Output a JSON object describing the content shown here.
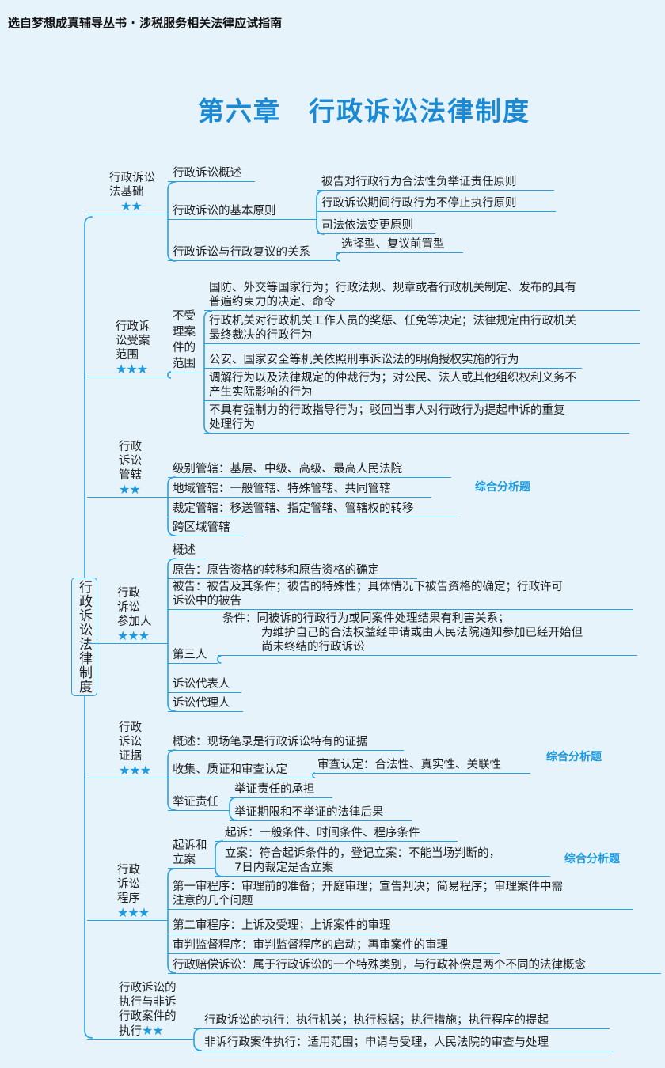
{
  "header": "选自梦想成真辅导丛书 · 涉税服务相关法律应试指南",
  "title": "第六章　行政诉讼法律制度",
  "root": "行政诉讼法律制度",
  "tag": "综合分析题",
  "colors": {
    "accent": "#2aa0e0",
    "title": "#1a8ad4",
    "stars": "#1a9ae0",
    "background": "#e6f3fb"
  },
  "b1": {
    "l1": "行政诉讼",
    "l2": "法基础",
    "stars": "★★",
    "c1": "行政诉讼概述",
    "c2": "行政诉讼的基本原则",
    "c3": "行政诉讼与行政复议的关系",
    "g1": "被告对行政行为合法性负举证责任原则",
    "g2": "行政诉讼期间行政行为不停止执行原则",
    "g3": "司法依法变更原则",
    "g4": "选择型、复议前置型"
  },
  "b2": {
    "l1": "行政诉",
    "l2": "讼受案",
    "l3": "范围",
    "stars": "★★★",
    "sub": [
      "不受",
      "理案",
      "件的",
      "范围"
    ],
    "i1": [
      "国防、外交等国家行为；行政法规、规章或者行政机关制定、发布的具有",
      "普遍约束力的决定、命令"
    ],
    "i2": [
      "行政机关对行政机关工作人员的奖惩、任免等决定；法律规定由行政机关",
      "最终裁决的行政行为"
    ],
    "i3": "公安、国家安全等机关依照刑事诉讼法的明确授权实施的行为",
    "i4": [
      "调解行为以及法律规定的仲裁行为；对公民、法人或其他组织权利义务不",
      "产生实际影响的行为"
    ],
    "i5": [
      "不具有强制力的行政指导行为；驳回当事人对行政行为提起申诉的重复",
      "处理行为"
    ]
  },
  "b3": {
    "l1": "行政",
    "l2": "诉讼",
    "l3": "管辖",
    "stars": "★★",
    "c1": "级别管辖：基层、中级、高级、最高人民法院",
    "c2": "地域管辖：一般管辖、特殊管辖、共同管辖",
    "c3": "裁定管辖：移送管辖、指定管辖、管辖权的转移",
    "c4": "跨区域管辖"
  },
  "b4": {
    "l1": "行政",
    "l2": "诉讼",
    "l3": "参加人",
    "stars": "★★★",
    "c1": "概述",
    "c2": "原告：原告资格的转移和原告资格的确定",
    "c3": [
      "被告：被告及其条件；被告的特殊性；具体情况下被告资格的确定；行政许可",
      "诉讼中的被告"
    ],
    "c4": "第三人",
    "cond_label": "条件：",
    "cond": [
      "同被诉的行政行为或同案件处理结果有利害关系；",
      "为维护自己的合法权益经申请或由人民法院通知参加已经开始但",
      "尚未终结的行政诉讼"
    ],
    "c5": "诉讼代表人",
    "c6": "诉讼代理人"
  },
  "b5": {
    "l1": "行政",
    "l2": "诉讼",
    "l3": "证据",
    "stars": "★★★",
    "c1": "概述：现场笔录是行政诉讼特有的证据",
    "c2": "收集、质证和审查认定",
    "g1": "审查认定：合法性、真实性、关联性",
    "c3": "举证责任",
    "g2": "举证责任的承担",
    "g3": "举证期限和不举证的法律后果"
  },
  "b6": {
    "l1": "行政",
    "l2": "诉讼",
    "l3": "程序",
    "stars": "★★★",
    "c1": [
      "起诉和",
      "立案"
    ],
    "g1": "起诉：一般条件、时间条件、程序条件",
    "g2": [
      "立案：符合起诉条件的，登记立案：不能当场判断的，",
      "7日内裁定是否立案"
    ],
    "c2": [
      "第一审程序：审理前的准备；开庭审理；宣告判决；简易程序；审理案件中需",
      "注意的几个问题"
    ],
    "c3": "第二审程序：上诉及受理；上诉案件的审理",
    "c4": "审判监督程序：审判监督程序的启动；再审案件的审理",
    "c5": "行政赔偿诉讼：属于行政诉讼的一个特殊类别，与行政补偿是两个不同的法律概念"
  },
  "b7": {
    "l1": "行政诉讼的",
    "l2": "执行与非诉",
    "l3": "行政案件的",
    "l4": "执行",
    "stars": "★★",
    "c1": "行政诉讼的执行：执行机关；执行根据；执行措施；执行程序的提起",
    "c2": "非诉行政案件执行：适用范围；申请与受理，人民法院的审查与处理"
  }
}
